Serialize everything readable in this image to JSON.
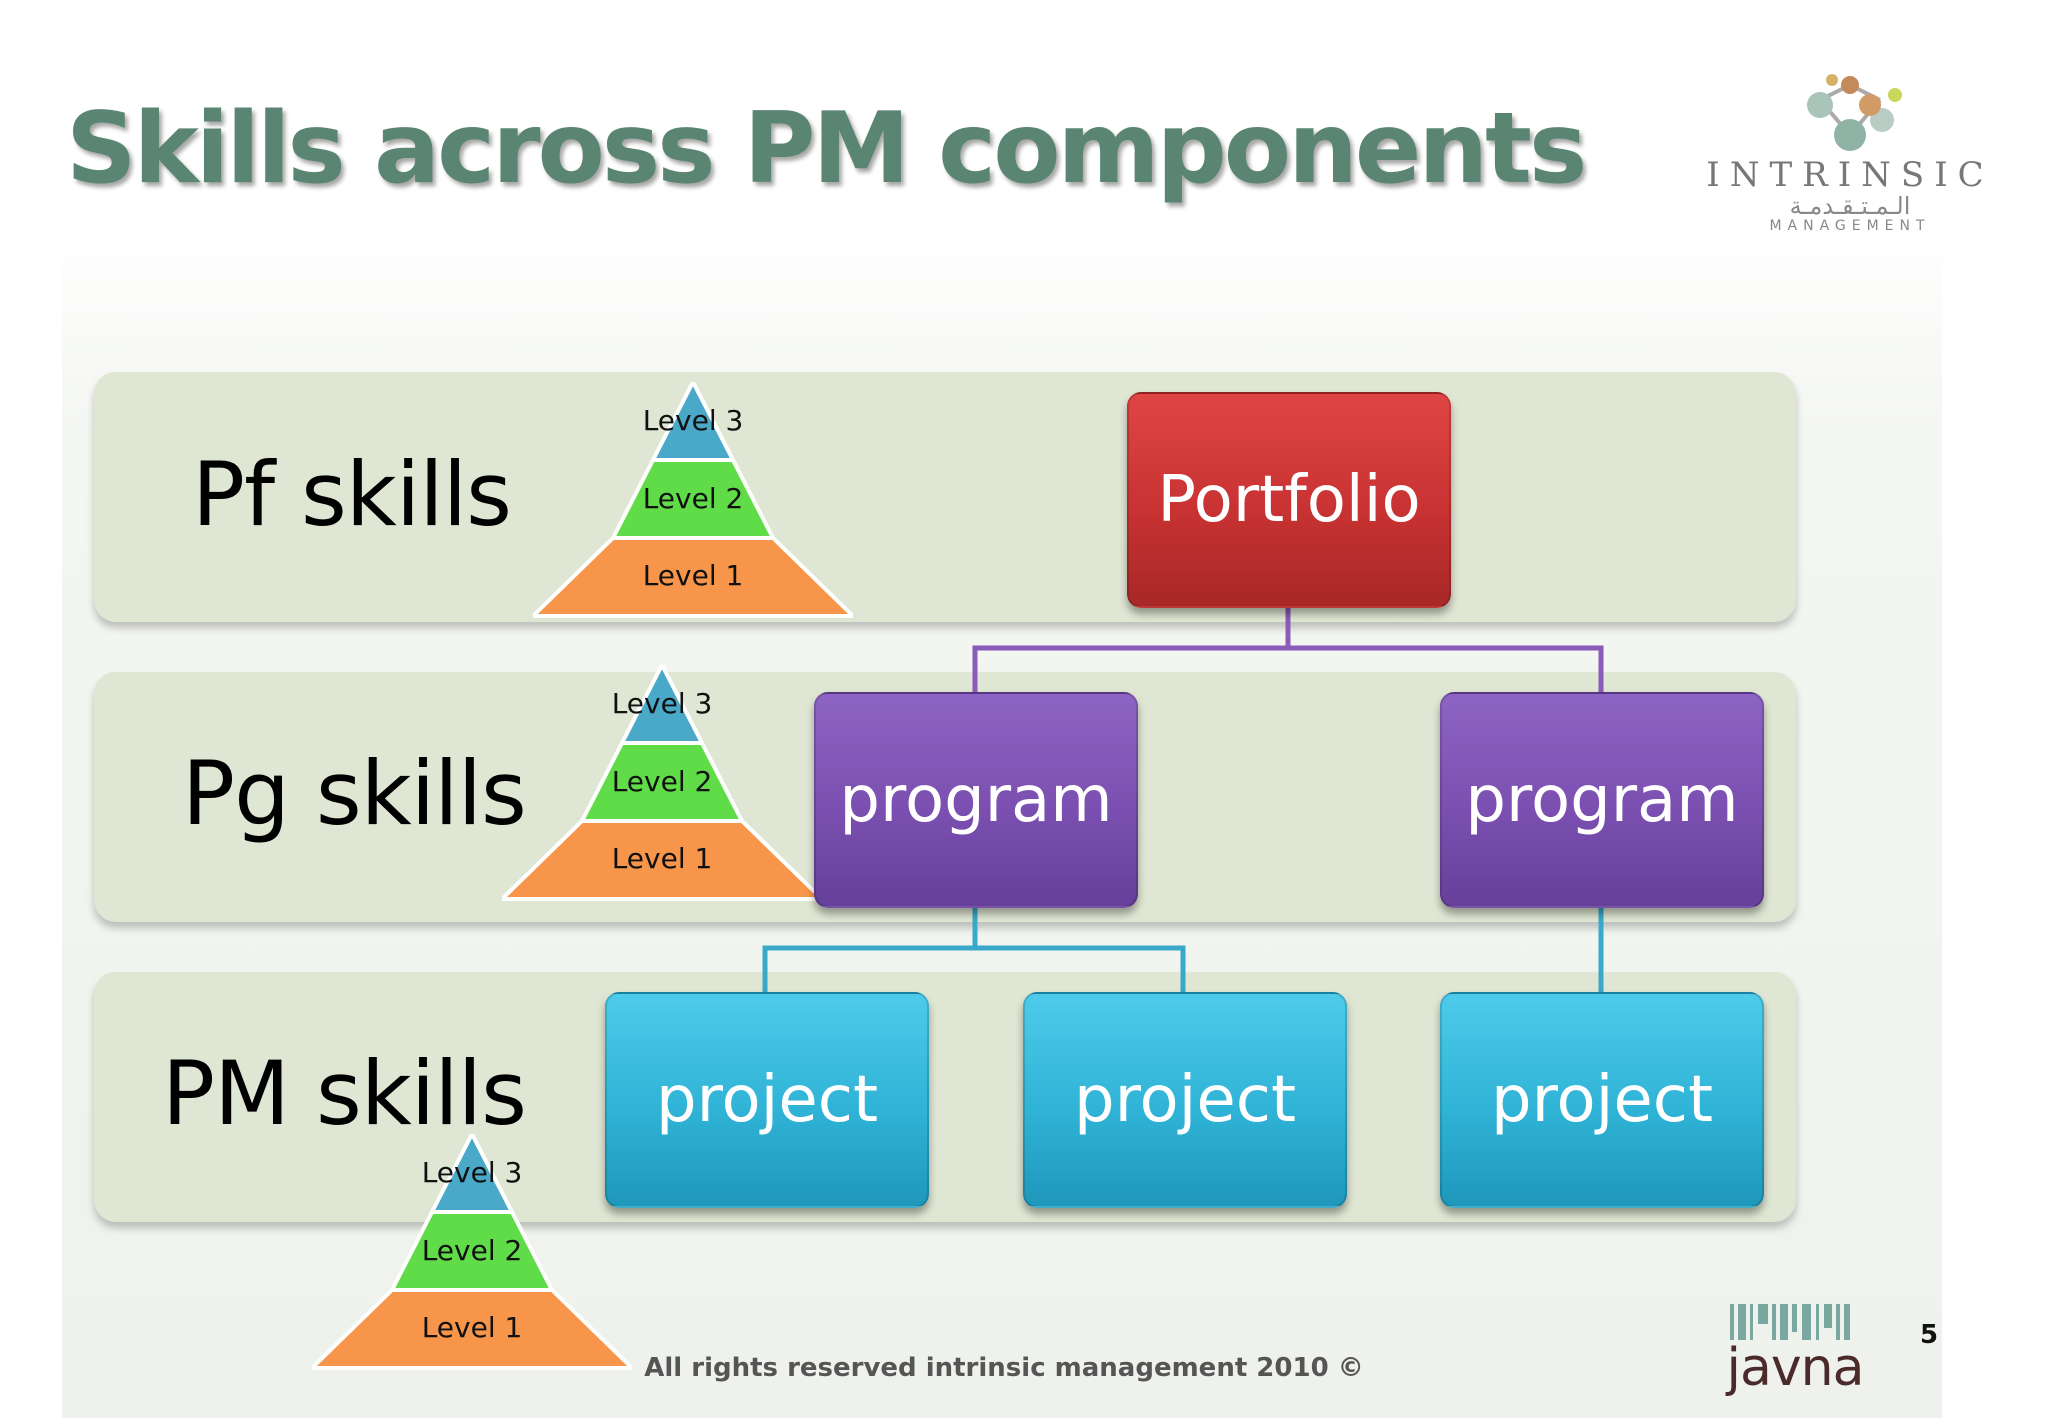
{
  "slide": {
    "title": "Skills across PM components",
    "footer": "All rights reserved intrinsic management 2010  ©",
    "page_number": "5"
  },
  "logo": {
    "word": "INTRINSIC",
    "arabic": "الـمـتـقـدمـة",
    "sub": "MANAGEMENT"
  },
  "brand": {
    "javna": "javna"
  },
  "rows": [
    {
      "label": "Pf skills"
    },
    {
      "label": "Pg skills"
    },
    {
      "label": "PM skills"
    }
  ],
  "pyramid_levels": [
    "Level 3",
    "Level 2",
    "Level 1"
  ],
  "boxes": {
    "portfolio": "Portfolio",
    "program": "program",
    "project": "project"
  },
  "colors": {
    "band": "#dfe6d3",
    "title": "#5b8573",
    "portfolio": "#d23b3b",
    "program": "#7a4fb0",
    "project": "#2fb3d6",
    "pyramid_top": "#4aa8c8",
    "pyramid_mid": "#5fdc48",
    "pyramid_base": "#f7964a",
    "line_program": "#8a5bb8",
    "line_project": "#3aa9c9"
  }
}
